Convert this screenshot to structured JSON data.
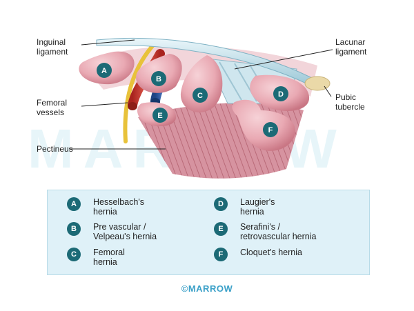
{
  "labels": {
    "inguinal": "Inguinal\nligament",
    "femoral": "Femoral\nvessels",
    "pectineus": "Pectineus",
    "lacunar": "Lacunar\nligament",
    "pubic": "Pubic\ntubercle"
  },
  "markers": [
    "A",
    "B",
    "C",
    "D",
    "E",
    "F"
  ],
  "watermark": "MARROW",
  "legend": [
    {
      "letter": "A",
      "text": "Hesselbach's\nhernia"
    },
    {
      "letter": "B",
      "text": "Pre vascular /\nVelpeau's hernia"
    },
    {
      "letter": "C",
      "text": "Femoral\nhernia"
    },
    {
      "letter": "D",
      "text": "Laugier's\nhernia"
    },
    {
      "letter": "E",
      "text": "Serafini's /\nretrovascular hernia"
    },
    {
      "letter": "F",
      "text": "Cloquet's hernia"
    }
  ],
  "footer": "©MARROW",
  "colors": {
    "sac": "#e9a9b3",
    "sac_dark": "#c97684",
    "badge": "#1c6a76",
    "ligament": "#bcdde8",
    "nerve": "#e8c23a",
    "artery": "#d0352e",
    "vein": "#2f5ea8",
    "legend_bg": "#dff1f8",
    "footer": "#3aa0c8"
  }
}
